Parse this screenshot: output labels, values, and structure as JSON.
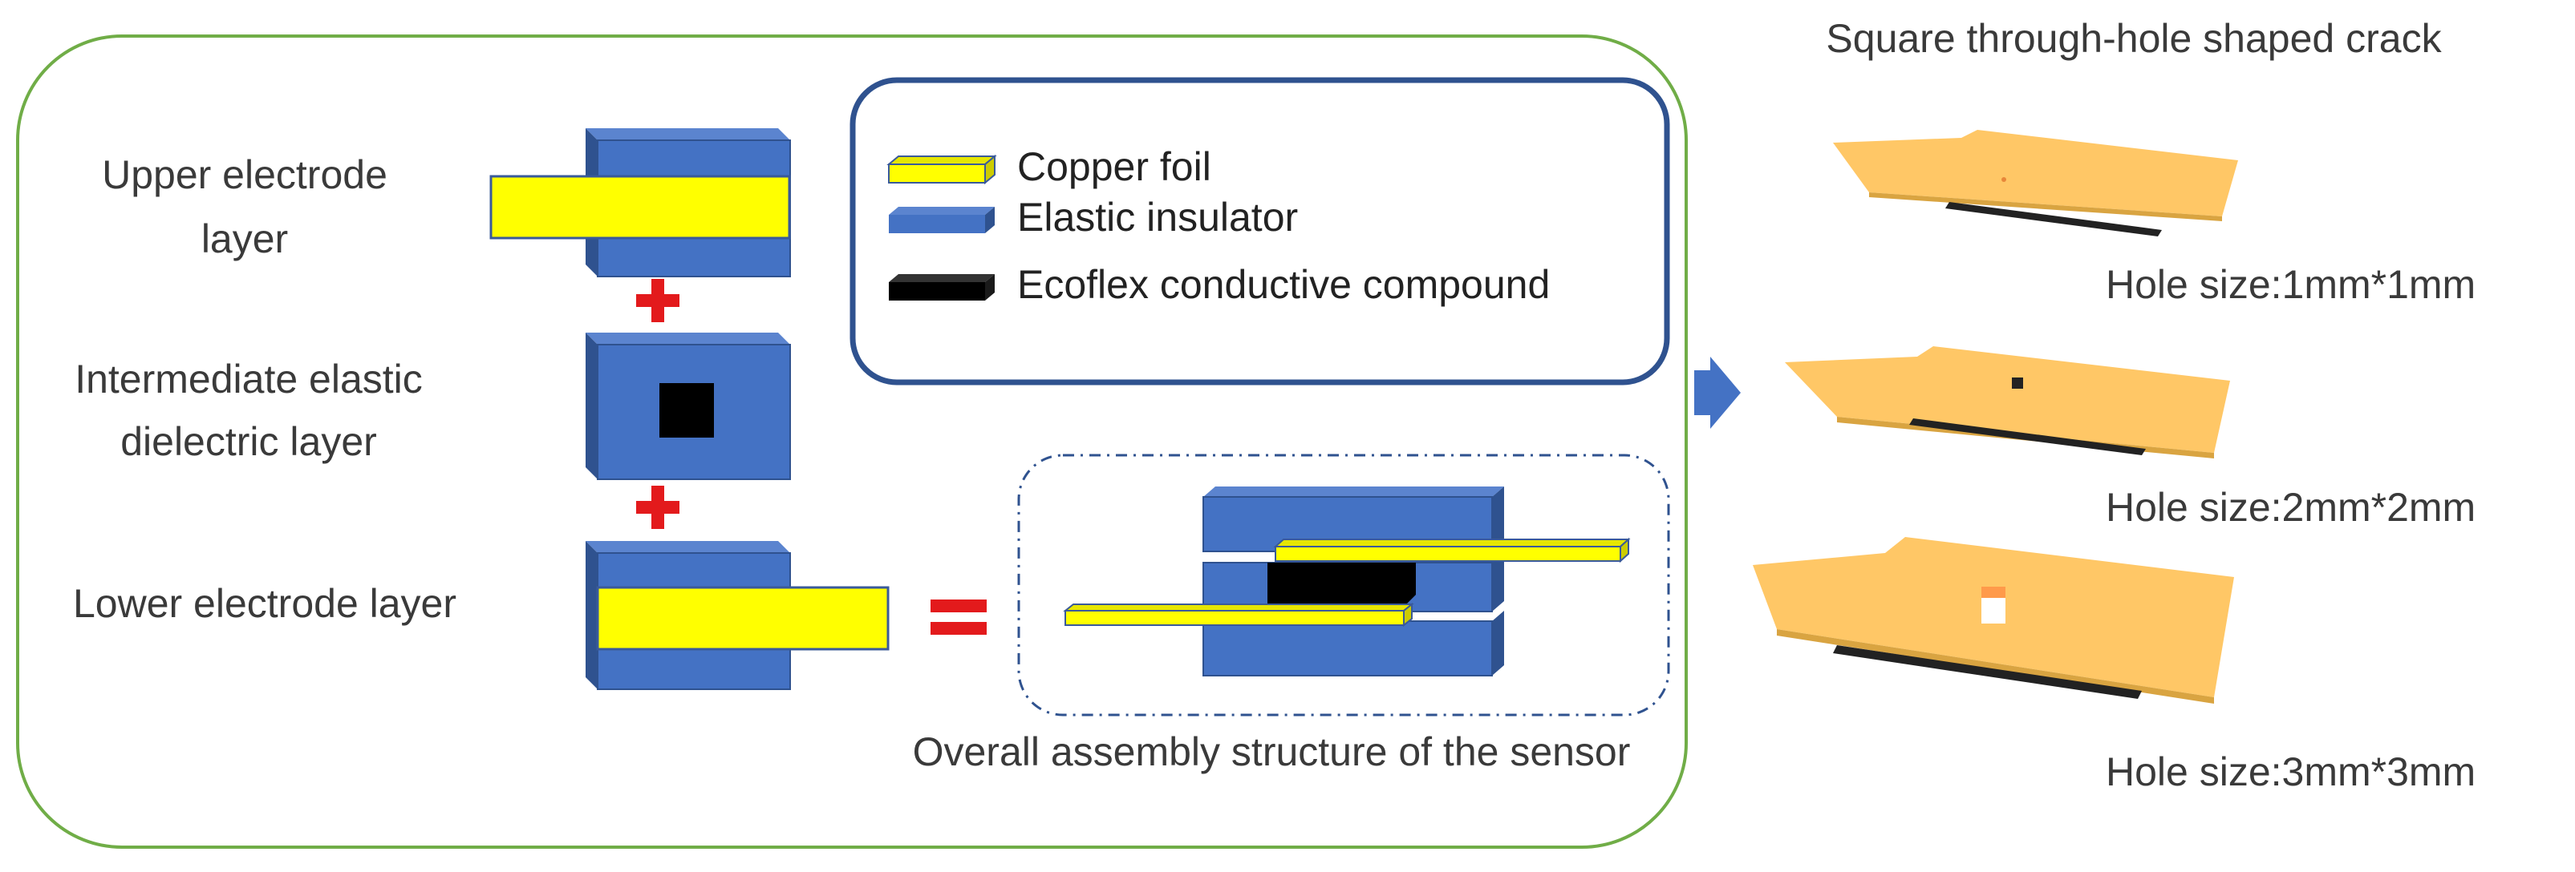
{
  "layers": {
    "upper_label_line1": "Upper electrode",
    "upper_label_line2": "layer",
    "middle_label_line1": "Intermediate elastic",
    "middle_label_line2": "dielectric layer",
    "lower_label": "Lower electrode layer"
  },
  "legend": {
    "items": [
      {
        "label": "Copper foil",
        "color": "#ffff00"
      },
      {
        "label": "Elastic insulator",
        "color": "#4472c4"
      },
      {
        "label": "Ecoflex conductive compound",
        "color": "#000000"
      }
    ]
  },
  "assembly": {
    "caption": "Overall assembly structure of the sensor"
  },
  "cracks": {
    "title": "Square through-hole shaped crack",
    "items": [
      {
        "label": "Hole size:1mm*1mm"
      },
      {
        "label": "Hole size:2mm*2mm"
      },
      {
        "label": "Hole size:3mm*3mm"
      }
    ]
  },
  "colors": {
    "insulator_front": "#4472c4",
    "insulator_side": "#2f528f",
    "insulator_top": "#5b84cf",
    "copper": "#ffff00",
    "conductive": "#000000",
    "plus_sign": "#e31a1c",
    "panel_border": "#70ad47",
    "legend_border": "#2f528f",
    "arrow": "#4472c4",
    "crack_plate": "#ffc766",
    "crack_shadow": "#d9a441"
  }
}
